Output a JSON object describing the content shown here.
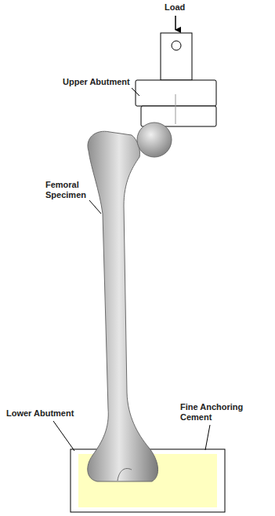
{
  "diagram": {
    "labels": [
      "Load",
      "Upper Abutment",
      "Femoral Specimen",
      "Lower Abutment",
      "Fine Anchoring Cement"
    ]
  }
}
